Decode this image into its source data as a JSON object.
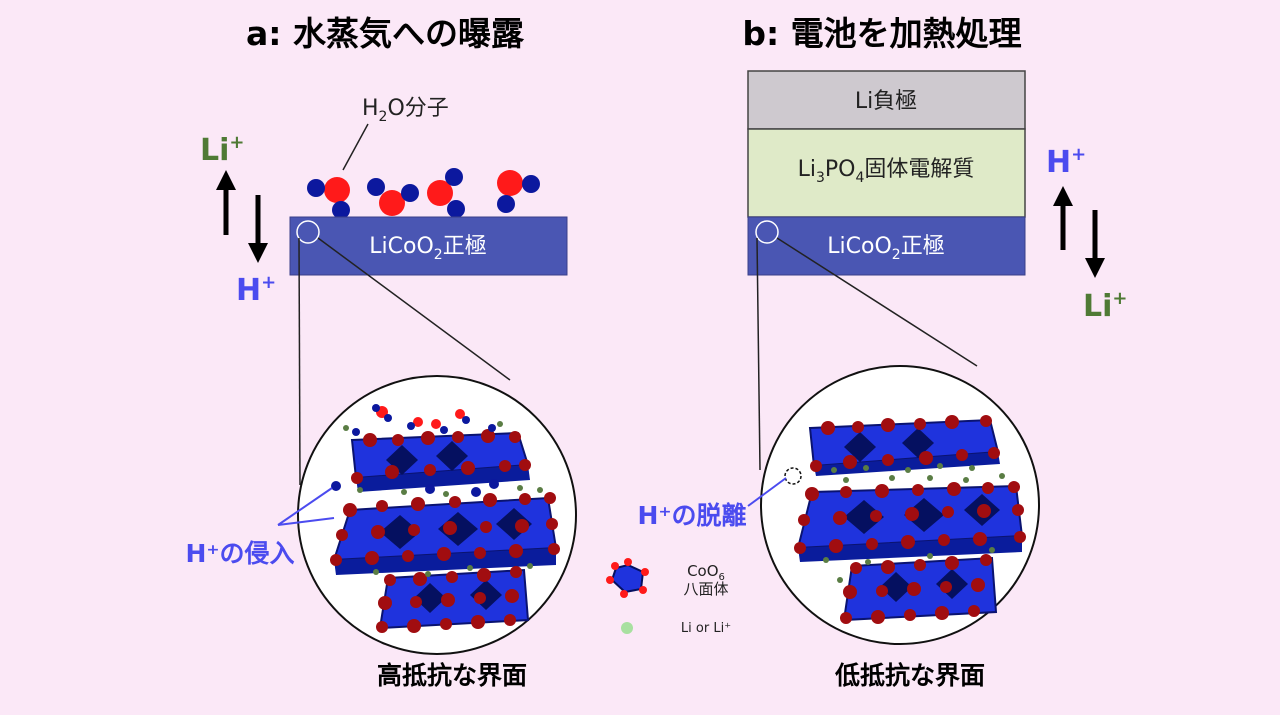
{
  "panel_a": {
    "title": "a: 水蒸気への曝露",
    "water_label": "H",
    "water_sub": "2",
    "water_suffix": "O分子",
    "electrode_main": "LiCoO",
    "electrode_sub": "2",
    "electrode_suffix": "正極",
    "ion_top": "Li",
    "ion_top_sup": "+",
    "ion_bottom": "H",
    "ion_bottom_sup": "+",
    "callout": "H⁺の侵入",
    "caption": "高抵抗な界面"
  },
  "panel_b": {
    "title": "b: 電池を加熱処理",
    "anode": "Li負極",
    "electrolyte_a": "Li",
    "electrolyte_sub1": "3",
    "electrolyte_b": "PO",
    "electrolyte_sub2": "4",
    "electrolyte_c": "固体電解質",
    "electrode_main": "LiCoO",
    "electrode_sub": "2",
    "electrode_suffix": "正極",
    "ion_top": "H",
    "ion_top_sup": "+",
    "ion_bottom": "Li",
    "ion_bottom_sup": "+",
    "callout": "H⁺の脱離",
    "caption": "低抵抗な界面"
  },
  "legend": {
    "octa_main": "CoO",
    "octa_sub": "6",
    "octa_line2": "八面体",
    "li_label": "Li or Li⁺"
  },
  "colors": {
    "background": "#fbe8f7",
    "electrode": "#4a56b3",
    "anode": "#cec9cf",
    "electrolyte": "#dfeac8",
    "oxygen_red": "#ff1a1a",
    "hydrogen_blue": "#0c189e",
    "li_green": "#4f7a35",
    "h_blue": "#4b4bef"
  }
}
